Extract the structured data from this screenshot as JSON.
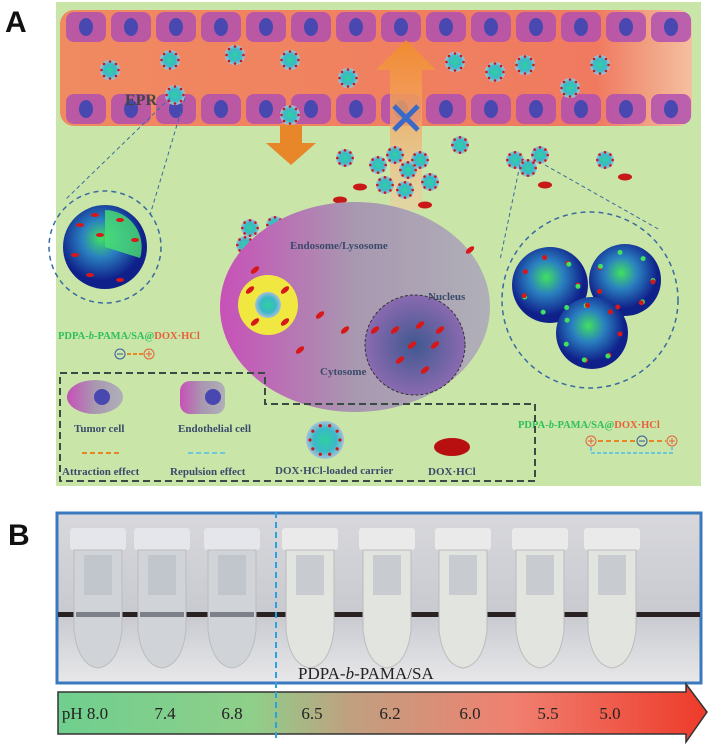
{
  "panel_a": {
    "letter": "A",
    "epr_label": "EPR",
    "endosome_label": "Endosome/Lysosome",
    "nucleus_label": "Nucleus",
    "cytosome_label": "Cytosome",
    "left_formula": {
      "part1": "PDPA-",
      "part2": "b",
      "part3": "-PAMA/SA@",
      "part4": "DOX·HCl"
    },
    "right_formula": {
      "part1": "PDPA-",
      "part2": "b",
      "part3": "-PAMA/SA@",
      "part4": "DOX·HCl"
    },
    "legend": {
      "tumor_cell": "Tumor cell",
      "endothelial_cell": "Endothelial cell",
      "attraction": "Attraction effect",
      "repulsion": "Repulsion effect",
      "carrier": "DOX·HCl-loaded carrier",
      "dox": "DOX·HCl"
    },
    "colors": {
      "background": "#c9e6a8",
      "attraction": "#e8862a",
      "repulsion": "#6cc8d8",
      "drug": "#c81818",
      "green_text": "#2fbf5a",
      "red_text": "#e8603a"
    }
  },
  "panel_b": {
    "letter": "B",
    "sample_label": {
      "part1": "PDPA-",
      "part2": "b",
      "part3": "-PAMA/SA"
    },
    "ph_prefix": "pH",
    "ph_values": [
      "8.0",
      "7.4",
      "6.8",
      "6.5",
      "6.2",
      "6.0",
      "5.5",
      "5.0"
    ],
    "tube_state": [
      "clear",
      "clear",
      "clear",
      "turbid",
      "turbid",
      "turbid",
      "turbid",
      "turbid"
    ],
    "colors": {
      "gradient_start": "#6fcf8e",
      "gradient_end": "#ee3a2a",
      "frame": "#3a78c0",
      "divider": "#29a3e0"
    }
  }
}
